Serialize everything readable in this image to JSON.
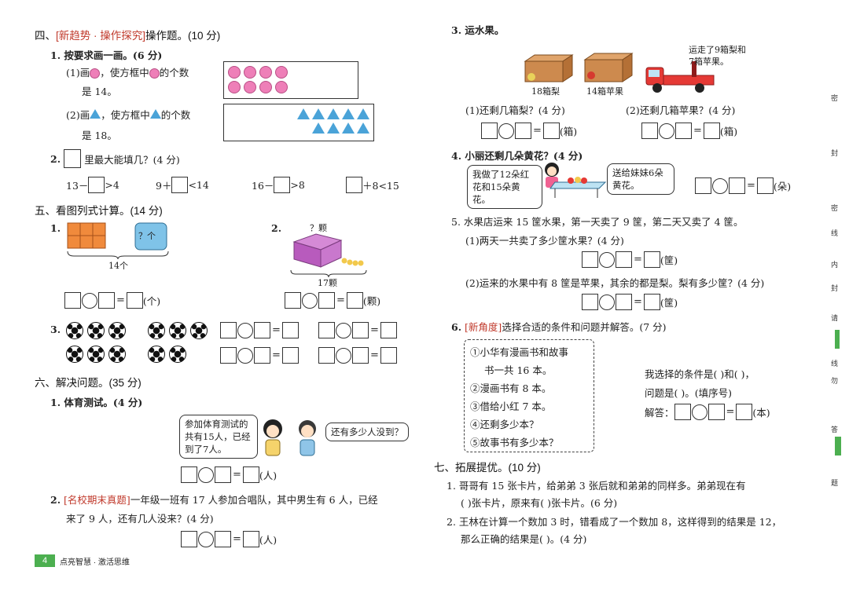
{
  "left": {
    "s4_title_prefix": "四、",
    "s4_tag": "[新趋势 · 操作探究]",
    "s4_title": "操作题。(10 分)",
    "q1": "1. 按要求画一画。(6 分)",
    "q1_1a": "(1)画",
    "q1_1b": "，使方框中",
    "q1_1c": "的个数",
    "q1_1d": "是 14。",
    "q1_2a": "(2)画",
    "q1_2b": "，使方框中",
    "q1_2c": "的个数",
    "q1_2d": "是 18。",
    "q2a": "2.",
    "q2b": "里最大能填几？(4 分)",
    "ineq1a": "13－",
    "ineq1b": ">4",
    "ineq2a": "9＋",
    "ineq2b": "<14",
    "ineq3a": "16－",
    "ineq3b": ">8",
    "ineq4b": "＋8<15",
    "s5_title": "五、看图列式计算。(14 分)",
    "p1": "1.",
    "p1_q": "？个",
    "p1_total": "14个",
    "p1_unit": "(个)",
    "p2": "2.",
    "p2_q": "？颗",
    "p2_total": "17颗",
    "p2_unit": "(颗)",
    "p3": "3.",
    "s6_title": "六、解决问题。(35 分)",
    "r1": "1. 体育测试。(4 分)",
    "r1_b1": "参加体育测试的共有15人，已经到了7人。",
    "r1_b2": "还有多少人没到？",
    "r1_unit": "(人)",
    "r2_num": "2.",
    "r2_tag": "[名校期末真题]",
    "r2_text1": "一年级一班有 17 人参加合唱队，其中男生有 6 人，已经",
    "r2_text2": "来了 9 人，还有几人没来？(4 分)",
    "r2_unit": "(人)",
    "page_no": "4",
    "footer": "点亮智慧 · 激活思维"
  },
  "right": {
    "r3": "3. 运水果。",
    "box1": "18箱梨",
    "box2": "14箱苹果",
    "truck_note": "运走了9箱梨和7箱苹果。",
    "r3_1": "(1)还剩几箱梨？(4 分)",
    "r3_2": "(2)还剩几箱苹果？(4 分)",
    "unit_box": "(箱)",
    "r4": "4. 小丽还剩几朵黄花？(4 分)",
    "r4_b1": "我做了12朵红花和15朵黄花。",
    "r4_b2": "送给妹妹6朵黄花。",
    "unit_flower": "(朵)",
    "r5": "5. 水果店运来 15 筐水果，第一天卖了 9 筐，第二天又卖了 4 筐。",
    "r5_1": "(1)两天一共卖了多少筐水果？(4 分)",
    "r5_2": "(2)运来的水果中有 8 筐是苹果，其余的都是梨。梨有多少筐？(4 分)",
    "unit_basket": "(筐)",
    "r6_num": "6.",
    "r6_tag": "[新角度]",
    "r6_text": "选择合适的条件和问题并解答。(7 分)",
    "opt1a": "①小华有漫画书和故事",
    "opt1b": "书一共 16 本。",
    "opt2": "②漫画书有 8 本。",
    "opt3": "③借给小红 7 本。",
    "opt4": "④还剩多少本？",
    "opt5": "⑤故事书有多少本？",
    "r6_choose": "我选择的条件是(      )和(      )，",
    "r6_question": "问题是(      )。(填序号)",
    "r6_ans": "解答：",
    "unit_book": "(本)",
    "s7_title": "七、拓展提优。(10 分)",
    "e1a": "1. 哥哥有 15 张卡片，给弟弟 3 张后就和弟弟的同样多。弟弟现在有",
    "e1b": "(      )张卡片，原来有(      )张卡片。(6 分)",
    "e2a": "2. 王林在计算一个数加 3 时，错看成了一个数加 8，这样得到的结果是 12，",
    "e2b": "那么正确的结果是(      )。(4 分)",
    "side": [
      "密",
      "封",
      "密",
      "线",
      "内",
      "封",
      "请",
      "线",
      "勿",
      "答",
      "题"
    ]
  },
  "colors": {
    "tag": "#c0392b",
    "dot": "#ee7fb8",
    "triangle": "#4aa3d8",
    "cube": "#f08a3c",
    "green": "#4caf50"
  }
}
